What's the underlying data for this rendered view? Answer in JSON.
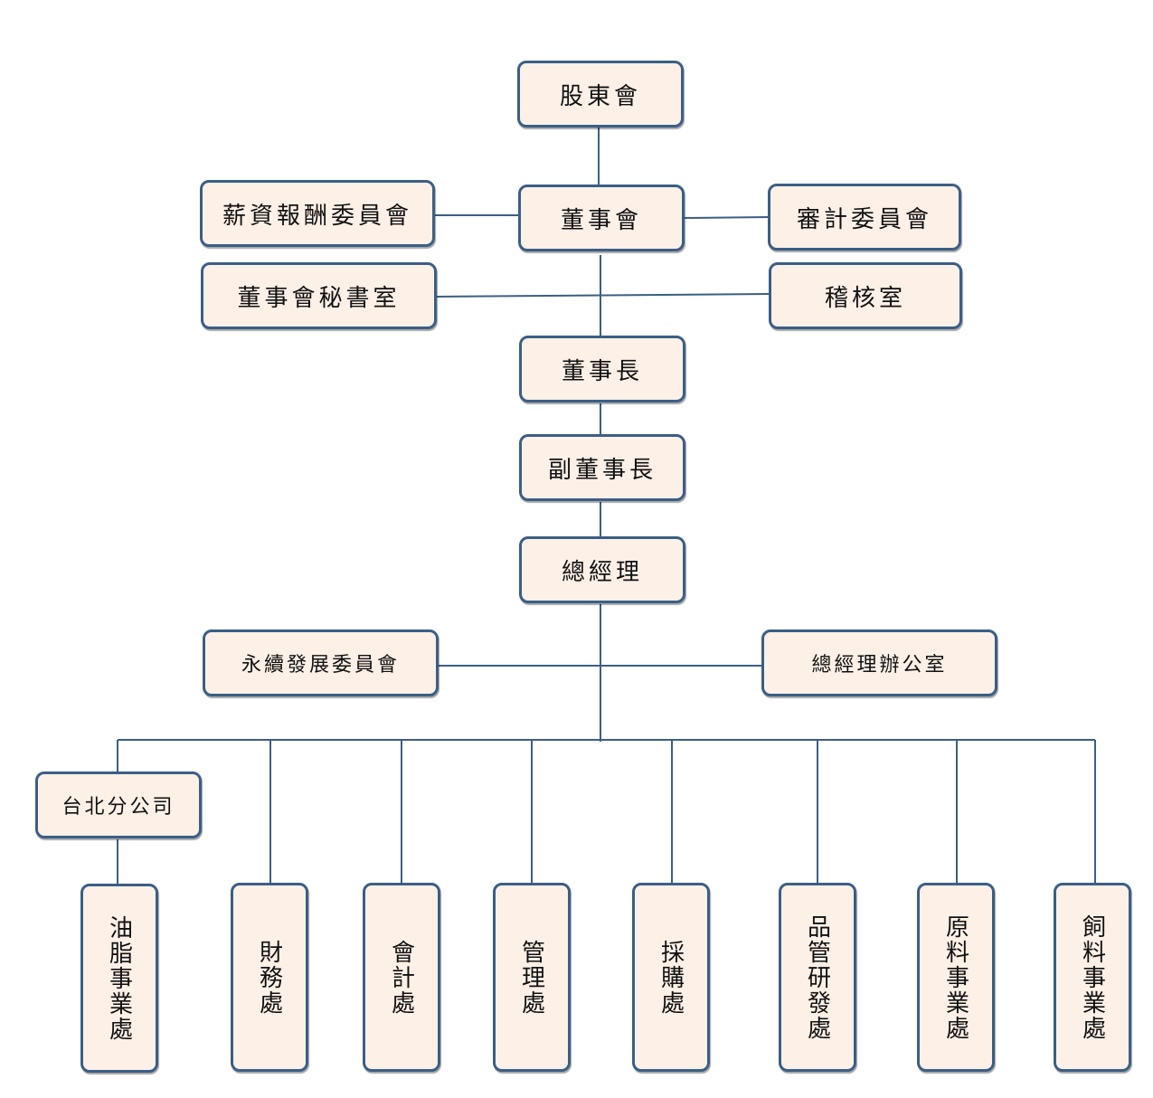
{
  "colors": {
    "box_fill": "#fdf0e6",
    "box_border": "#3a5f86",
    "connector": "#3a5f86",
    "text": "#111111"
  },
  "nodes": {
    "shareholders": "股東會",
    "board": "董事會",
    "remuneration_committee": "薪資報酬委員會",
    "audit_committee": "審計委員會",
    "board_secretariat": "董事會秘書室",
    "audit_office": "稽核室",
    "chairman": "董事長",
    "vice_chairman": "副董事長",
    "president": "總經理",
    "sustainability_committee": "永續發展委員會",
    "president_office": "總經理辦公室",
    "taipei_branch": "台北分公司",
    "departments": [
      "油脂事業處",
      "財務處",
      "會計處",
      "管理處",
      "採購處",
      "品管研發處",
      "原料事業處",
      "飼料事業處"
    ]
  }
}
